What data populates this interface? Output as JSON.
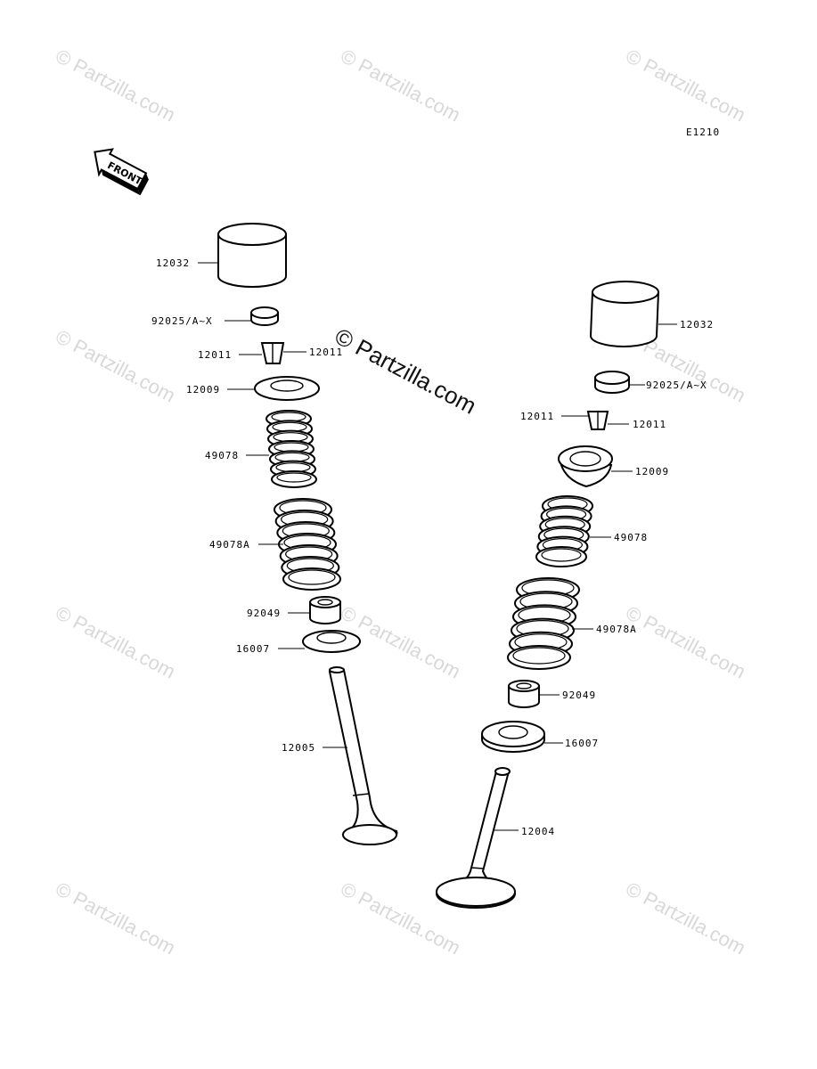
{
  "diagram_code": "E1210",
  "front_label": "FRONT",
  "watermark": "© Partzilla.com",
  "labels": {
    "left": {
      "l_12032": "12032",
      "l_92025": "92025/A~X",
      "l_12011a": "12011",
      "l_12011b": "12011",
      "l_12009": "12009",
      "l_49078": "49078",
      "l_49078a": "49078A",
      "l_92049": "92049",
      "l_16007": "16007",
      "l_12005": "12005"
    },
    "right": {
      "r_12032": "12032",
      "r_92025": "92025/A~X",
      "r_12011a": "12011",
      "r_12011b": "12011",
      "r_12009": "12009",
      "r_49078": "49078",
      "r_49078a": "49078A",
      "r_92049": "92049",
      "r_16007": "16007",
      "r_12004": "12004"
    }
  }
}
